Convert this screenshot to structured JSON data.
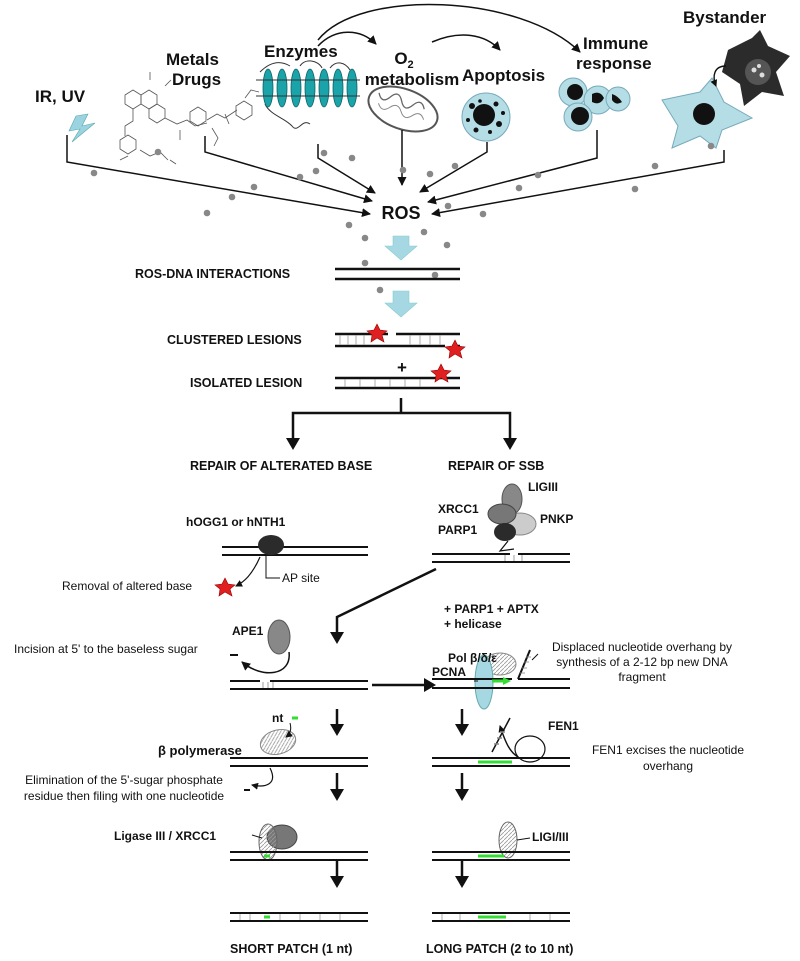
{
  "sources": {
    "ir_uv": "IR, UV",
    "metals_drugs": [
      "Metals",
      "Drugs"
    ],
    "enzymes": "Enzymes",
    "o2_metabolism": {
      "o": "O",
      "sub": "2",
      "rest": "metabolism"
    },
    "apoptosis": "Apoptosis",
    "immune_response": [
      "Immune",
      "response"
    ],
    "bystander": "Bystander"
  },
  "ros": "ROS",
  "stages": {
    "ros_dna": "ROS-DNA INTERACTIONS",
    "clustered": "CLUSTERED LESIONS",
    "plus": "+",
    "isolated": "ISOLATED LESION",
    "repair_base": "REPAIR OF ALTERATED BASE",
    "repair_ssb": "REPAIR OF SSB"
  },
  "left_path": {
    "glycosylase": "hOGG1 or hNTH1",
    "ap_site": "AP site",
    "removal": "Removal of altered base",
    "ape1": "APE1",
    "incision": "Incision at 5' to the baseless sugar",
    "nt": "nt",
    "beta_pol": "β polymerase",
    "elimination": [
      "Elimination of the 5'-sugar phosphate",
      "residue then filing with one nucleotide"
    ],
    "ligase": "Ligase III / XRCC1",
    "short_patch": "SHORT PATCH (1 nt)"
  },
  "right_path": {
    "xrcc1": "XRCC1",
    "ligiii": "LIGIII",
    "pnkp": "PNKP",
    "parp1": "PARP1",
    "cofactors": [
      "+ PARP1 + APTX",
      "+ helicase"
    ],
    "pol": "Pol β/δ/ε",
    "pcna": "PCNA",
    "displaced": [
      "Displaced nucleotide overhang by",
      "synthesis of a 2-12 bp new DNA",
      "fragment"
    ],
    "fen1": "FEN1",
    "fen1_desc": [
      "FEN1 excises the nucleotide",
      "overhang"
    ],
    "ligi_iii": "LIGI/III",
    "long_patch": "LONG PATCH (2 to 10 nt)"
  },
  "colors": {
    "membrane_protein": "#1aa3a8",
    "lesion_star": "#e02020",
    "new_dna": "#33dd33",
    "block_arrow": "#a6d8e4",
    "cell": "#b5dde6",
    "dark_cell": "#2b2b2b"
  }
}
